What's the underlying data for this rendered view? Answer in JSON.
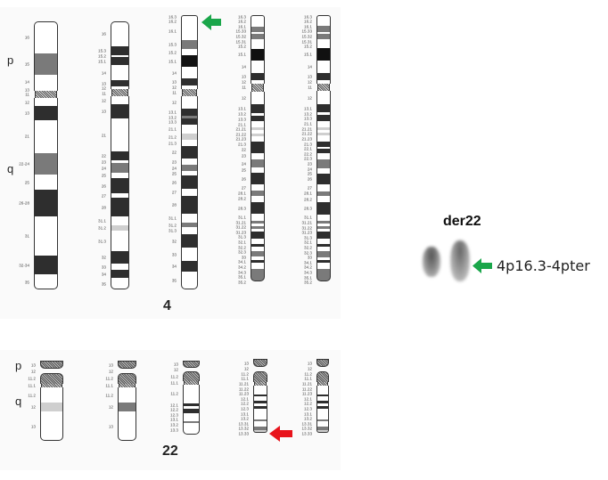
{
  "chr4": {
    "number": "4",
    "arm_p": "p",
    "arm_q": "q",
    "ideograms": [
      {
        "bands": [
          [
            "16",
            "w"
          ],
          [
            "15",
            "g"
          ],
          [
            "14",
            "w"
          ],
          [
            "13",
            "w"
          ],
          [
            "11",
            "acen"
          ],
          [
            "12",
            "w"
          ],
          [
            "13",
            "d"
          ],
          [
            "21",
            "w"
          ],
          [
            "22-24",
            "g"
          ],
          [
            "25",
            "w"
          ],
          [
            "26-28",
            "d"
          ],
          [
            "31",
            "w"
          ],
          [
            "32-34",
            "d"
          ],
          [
            "35",
            "w"
          ]
        ]
      },
      {
        "bands": [
          [
            "16",
            "w"
          ],
          [
            "15.3",
            "d"
          ],
          [
            "15.2",
            "w"
          ],
          [
            "15.1",
            "d"
          ],
          [
            "14",
            "w"
          ],
          [
            "13",
            "d"
          ],
          [
            "12",
            "w"
          ],
          [
            "11",
            "acen"
          ],
          [
            "12",
            "w"
          ],
          [
            "13",
            "d"
          ],
          [
            "21",
            "w"
          ],
          [
            "22",
            "d"
          ],
          [
            "23",
            "w"
          ],
          [
            "24",
            "g"
          ],
          [
            "25",
            "w"
          ],
          [
            "26",
            "d"
          ],
          [
            "27",
            "w"
          ],
          [
            "28",
            "d"
          ],
          [
            "31.1",
            "w"
          ],
          [
            "31.2",
            "l"
          ],
          [
            "31.3",
            "w"
          ],
          [
            "32",
            "d"
          ],
          [
            "33",
            "w"
          ],
          [
            "34",
            "d"
          ],
          [
            "35",
            "w"
          ]
        ]
      },
      {
        "bands": [
          [
            "16.3",
            "w"
          ],
          [
            "16.2",
            "w"
          ],
          [
            "16.1",
            "w"
          ],
          [
            "15.3",
            "g"
          ],
          [
            "15.2",
            "w"
          ],
          [
            "15.1",
            "b"
          ],
          [
            "14",
            "w"
          ],
          [
            "13",
            "d"
          ],
          [
            "12",
            "w"
          ],
          [
            "11",
            "acen"
          ],
          [
            "12",
            "w"
          ],
          [
            "13.1",
            "d"
          ],
          [
            "13.2",
            "g"
          ],
          [
            "13.3",
            "d"
          ],
          [
            "21.1",
            "w"
          ],
          [
            "21.2",
            "l"
          ],
          [
            "21.3",
            "w"
          ],
          [
            "22",
            "d"
          ],
          [
            "23",
            "w"
          ],
          [
            "24",
            "g"
          ],
          [
            "25",
            "w"
          ],
          [
            "26",
            "d"
          ],
          [
            "27",
            "w"
          ],
          [
            "28",
            "d"
          ],
          [
            "31.1",
            "w"
          ],
          [
            "31.2",
            "g"
          ],
          [
            "31.3",
            "w"
          ],
          [
            "32",
            "d"
          ],
          [
            "33",
            "w"
          ],
          [
            "34",
            "d"
          ],
          [
            "35",
            "w"
          ]
        ]
      },
      {
        "bands": [
          [
            "16.3",
            "w"
          ],
          [
            "16.2",
            "w"
          ],
          [
            "16.1",
            "w"
          ],
          [
            "15.33",
            "g"
          ],
          [
            "15.32",
            "w"
          ],
          [
            "15.31",
            "g"
          ],
          [
            "15.2",
            "w"
          ],
          [
            "15.1",
            "b"
          ],
          [
            "14",
            "w"
          ],
          [
            "13",
            "d"
          ],
          [
            "12",
            "w"
          ],
          [
            "11",
            "acen"
          ],
          [
            "12",
            "w"
          ],
          [
            "13.1",
            "d"
          ],
          [
            "13.2",
            "w"
          ],
          [
            "13.3",
            "d"
          ],
          [
            "21.1",
            "w"
          ],
          [
            "21.21",
            "l"
          ],
          [
            "21.22",
            "w"
          ],
          [
            "21.23",
            "l"
          ],
          [
            "21.3",
            "w"
          ],
          [
            "22",
            "d"
          ],
          [
            "23",
            "w"
          ],
          [
            "24",
            "g"
          ],
          [
            "25",
            "w"
          ],
          [
            "26",
            "d"
          ],
          [
            "27",
            "w"
          ],
          [
            "28.1",
            "g"
          ],
          [
            "28.2",
            "w"
          ],
          [
            "28.3",
            "d"
          ],
          [
            "31.1",
            "w"
          ],
          [
            "31.21",
            "g"
          ],
          [
            "31.22",
            "w"
          ],
          [
            "31.23",
            "g"
          ],
          [
            "31.3",
            "w"
          ],
          [
            "32.1",
            "d"
          ],
          [
            "32.2",
            "w"
          ],
          [
            "32.3",
            "d"
          ],
          [
            "33",
            "w"
          ],
          [
            "34.1",
            "g"
          ],
          [
            "34.2",
            "w"
          ],
          [
            "34.3",
            "d"
          ],
          [
            "35.1",
            "w"
          ],
          [
            "35.2",
            "g"
          ]
        ]
      },
      {
        "bands": [
          [
            "16.3",
            "w"
          ],
          [
            "16.2",
            "w"
          ],
          [
            "16.1",
            "w"
          ],
          [
            "15.33",
            "g"
          ],
          [
            "15.32",
            "w"
          ],
          [
            "15.31",
            "g"
          ],
          [
            "15.2",
            "w"
          ],
          [
            "15.1",
            "b"
          ],
          [
            "14",
            "w"
          ],
          [
            "13",
            "d"
          ],
          [
            "12",
            "w"
          ],
          [
            "11",
            "acen"
          ],
          [
            "12",
            "w"
          ],
          [
            "13.1",
            "d"
          ],
          [
            "13.2",
            "w"
          ],
          [
            "13.3",
            "d"
          ],
          [
            "21.1",
            "w"
          ],
          [
            "21.21",
            "l"
          ],
          [
            "21.22",
            "w"
          ],
          [
            "21.23",
            "l"
          ],
          [
            "21.3",
            "w"
          ],
          [
            "22.1",
            "d"
          ],
          [
            "22.2",
            "w"
          ],
          [
            "22.3",
            "d"
          ],
          [
            "23",
            "w"
          ],
          [
            "24",
            "g"
          ],
          [
            "25",
            "w"
          ],
          [
            "26",
            "d"
          ],
          [
            "27",
            "w"
          ],
          [
            "28.1",
            "g"
          ],
          [
            "28.2",
            "w"
          ],
          [
            "28.3",
            "d"
          ],
          [
            "31.1",
            "w"
          ],
          [
            "31.21",
            "g"
          ],
          [
            "31.22",
            "w"
          ],
          [
            "31.23",
            "g"
          ],
          [
            "31.3",
            "w"
          ],
          [
            "32.1",
            "d"
          ],
          [
            "32.2",
            "w"
          ],
          [
            "32.3",
            "d"
          ],
          [
            "33",
            "w"
          ],
          [
            "34.1",
            "g"
          ],
          [
            "34.2",
            "w"
          ],
          [
            "34.3",
            "d"
          ],
          [
            "35.1",
            "w"
          ],
          [
            "35.2",
            "g"
          ]
        ]
      }
    ]
  },
  "chr22": {
    "number": "22",
    "arm_p": "p",
    "arm_q": "q",
    "ideograms": [
      {
        "bands": [
          [
            "13",
            "h"
          ],
          [
            "12",
            "gap"
          ],
          [
            "11.2",
            "h"
          ],
          [
            "11.1",
            "acen"
          ],
          [
            "11.2",
            "w"
          ],
          [
            "12",
            "l"
          ],
          [
            "13",
            "w"
          ]
        ]
      },
      {
        "bands": [
          [
            "13",
            "h"
          ],
          [
            "12",
            "gap"
          ],
          [
            "11.2",
            "h"
          ],
          [
            "11.1",
            "acen"
          ],
          [
            "11.2",
            "w"
          ],
          [
            "12",
            "g"
          ],
          [
            "13",
            "w"
          ]
        ]
      },
      {
        "bands": [
          [
            "13",
            "h"
          ],
          [
            "12",
            "gap"
          ],
          [
            "11.2",
            "h"
          ],
          [
            "11.1",
            "acen"
          ],
          [
            "11.2",
            "w"
          ],
          [
            "12.1",
            "d"
          ],
          [
            "12.2",
            "w"
          ],
          [
            "12.3",
            "d"
          ],
          [
            "13.1",
            "w"
          ],
          [
            "13.2",
            "g"
          ],
          [
            "13.3",
            "w"
          ]
        ]
      },
      {
        "bands": [
          [
            "13",
            "h"
          ],
          [
            "12",
            "gap"
          ],
          [
            "11.2",
            "h"
          ],
          [
            "11.1",
            "acen"
          ],
          [
            "11.21",
            "w"
          ],
          [
            "11.22",
            "d"
          ],
          [
            "11.23",
            "w"
          ],
          [
            "12.1",
            "d"
          ],
          [
            "12.2",
            "w"
          ],
          [
            "12.3",
            "d"
          ],
          [
            "13.1",
            "w"
          ],
          [
            "13.2",
            "g"
          ],
          [
            "13.31",
            "w"
          ],
          [
            "13.32",
            "g"
          ],
          [
            "13.33",
            "l"
          ]
        ]
      },
      {
        "bands": [
          [
            "13",
            "h"
          ],
          [
            "12",
            "gap"
          ],
          [
            "11.2",
            "h"
          ],
          [
            "11.1",
            "acen"
          ],
          [
            "11.21",
            "w"
          ],
          [
            "11.22",
            "d"
          ],
          [
            "11.23",
            "w"
          ],
          [
            "12.1",
            "d"
          ],
          [
            "12.2",
            "w"
          ],
          [
            "12.3",
            "d"
          ],
          [
            "13.1",
            "w"
          ],
          [
            "13.2",
            "g"
          ],
          [
            "13.31",
            "w"
          ],
          [
            "13.32",
            "g"
          ],
          [
            "13.33",
            "l"
          ]
        ]
      }
    ]
  },
  "der22": {
    "title": "der22",
    "annotation": "4p16.3-4pter"
  },
  "colors": {
    "green_arrow": "#1aa64a",
    "red_arrow": "#e8131b"
  }
}
